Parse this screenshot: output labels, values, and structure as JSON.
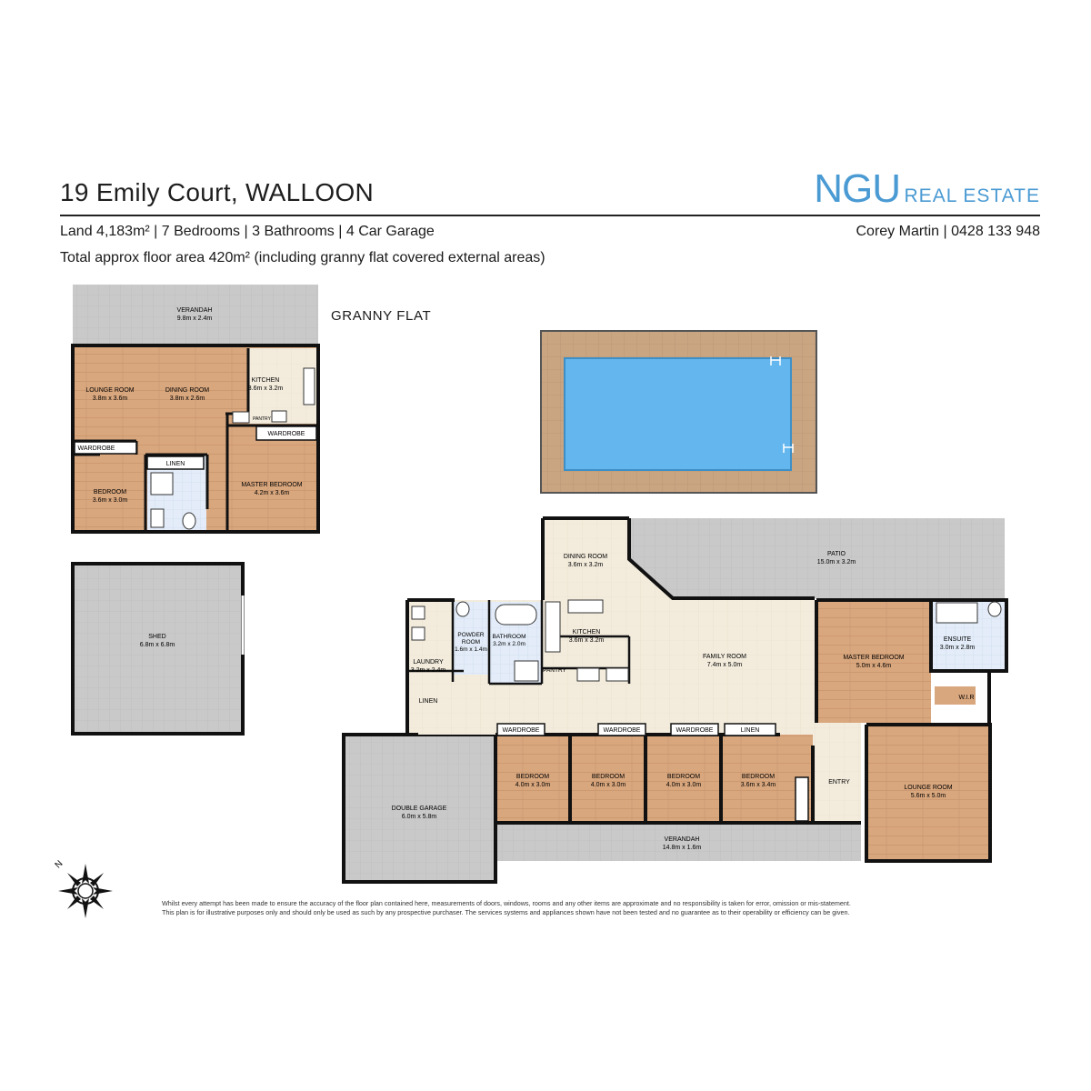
{
  "header": {
    "address": "19 Emily Court, WALLOON",
    "summary": "Land 4,183m² | 7 Bedrooms | 3 Bathrooms | 4 Car Garage",
    "floor_area": "Total approx floor area 420m² (including granny flat covered external areas)",
    "agent": "Corey Martin | 0428 133 948"
  },
  "logo": {
    "mark": "NGU",
    "text": "REAL ESTATE"
  },
  "granny_flat": {
    "heading": "GRANNY FLAT",
    "verandah": {
      "name": "VERANDAH",
      "size": "9.8m x 2.4m"
    },
    "lounge": {
      "name": "LOUNGE ROOM",
      "size": "3.8m x 3.6m"
    },
    "dining": {
      "name": "DINING ROOM",
      "size": "3.8m x 2.6m"
    },
    "kitchen": {
      "name": "KITCHEN",
      "size": "3.6m x 3.2m"
    },
    "pantry": "PANTRY",
    "wardrobe_master": "WARDROBE",
    "wardrobe_bed": "WARDROBE",
    "linen": "LINEN",
    "bedroom": {
      "name": "BEDROOM",
      "size": "3.6m x 3.0m"
    },
    "master": {
      "name": "MASTER BEDROOM",
      "size": "4.2m x 3.6m"
    }
  },
  "shed": {
    "name": "SHED",
    "size": "6.8m x 6.8m"
  },
  "main_house": {
    "dining": {
      "name": "DINING ROOM",
      "size": "3.6m x 3.2m"
    },
    "patio": {
      "name": "PATIO",
      "size": "15.0m x 3.2m"
    },
    "powder": {
      "name1": "POWDER",
      "name2": "ROOM",
      "size": "1.6m x 1.4m"
    },
    "bathroom": {
      "name": "BATHROOM",
      "size": "3.2m x 2.0m"
    },
    "kitchen": {
      "name": "KITCHEN",
      "size": "3.6m x 3.2m"
    },
    "pantry": "PANTRY",
    "laundry": {
      "name": "LAUNDRY",
      "size": "3.2m x 2.4m"
    },
    "linen1": "LINEN",
    "family": {
      "name": "FAMILY ROOM",
      "size": "7.4m x 5.0m"
    },
    "master": {
      "name": "MASTER BEDROOM",
      "size": "5.0m x 4.6m"
    },
    "ensuite": {
      "name": "ENSUITE",
      "size": "3.0m x 2.8m"
    },
    "wir": "W.I.R",
    "bed1": {
      "name": "BEDROOM",
      "size": "4.0m x 3.0m",
      "wardrobe": "WARDROBE"
    },
    "bed2": {
      "name": "BEDROOM",
      "size": "4.0m x 3.0m",
      "wardrobe": "WARDROBE"
    },
    "bed3": {
      "name": "BEDROOM",
      "size": "4.0m x 3.0m",
      "wardrobe": "WARDROBE"
    },
    "bed4": {
      "name": "BEDROOM",
      "size": "3.6m x 3.4m",
      "linen": "LINEN"
    },
    "entry": "ENTRY",
    "lounge": {
      "name": "LOUNGE ROOM",
      "size": "5.6m x 5.0m"
    },
    "garage": {
      "name": "DOUBLE GARAGE",
      "size": "6.0m x 5.8m"
    },
    "verandah": {
      "name": "VERANDAH",
      "size": "14.8m x 1.6m"
    }
  },
  "compass": {
    "label": "N"
  },
  "disclaimer": {
    "line1": "Whilst every attempt has been made to ensure the accuracy of the floor plan contained here, measurements of doors, windows, rooms and any other items are approximate and no responsibility is taken for error, omission or mis-statement.",
    "line2": "This plan is for illustrative purposes only and should only be used as such by any prospective purchaser. The services systems and appliances shown have not been tested and no guarantee as to their operability or efficiency can be given."
  },
  "colors": {
    "brand": "#4a9ad3",
    "floor_wood": "#d9a77e",
    "floor_tile": "#f3ecdd",
    "wet_area": "#e3ecf8",
    "outdoor": "#c9c9c9",
    "pool_water": "#63b6ee",
    "pool_coping": "#c9a582"
  }
}
